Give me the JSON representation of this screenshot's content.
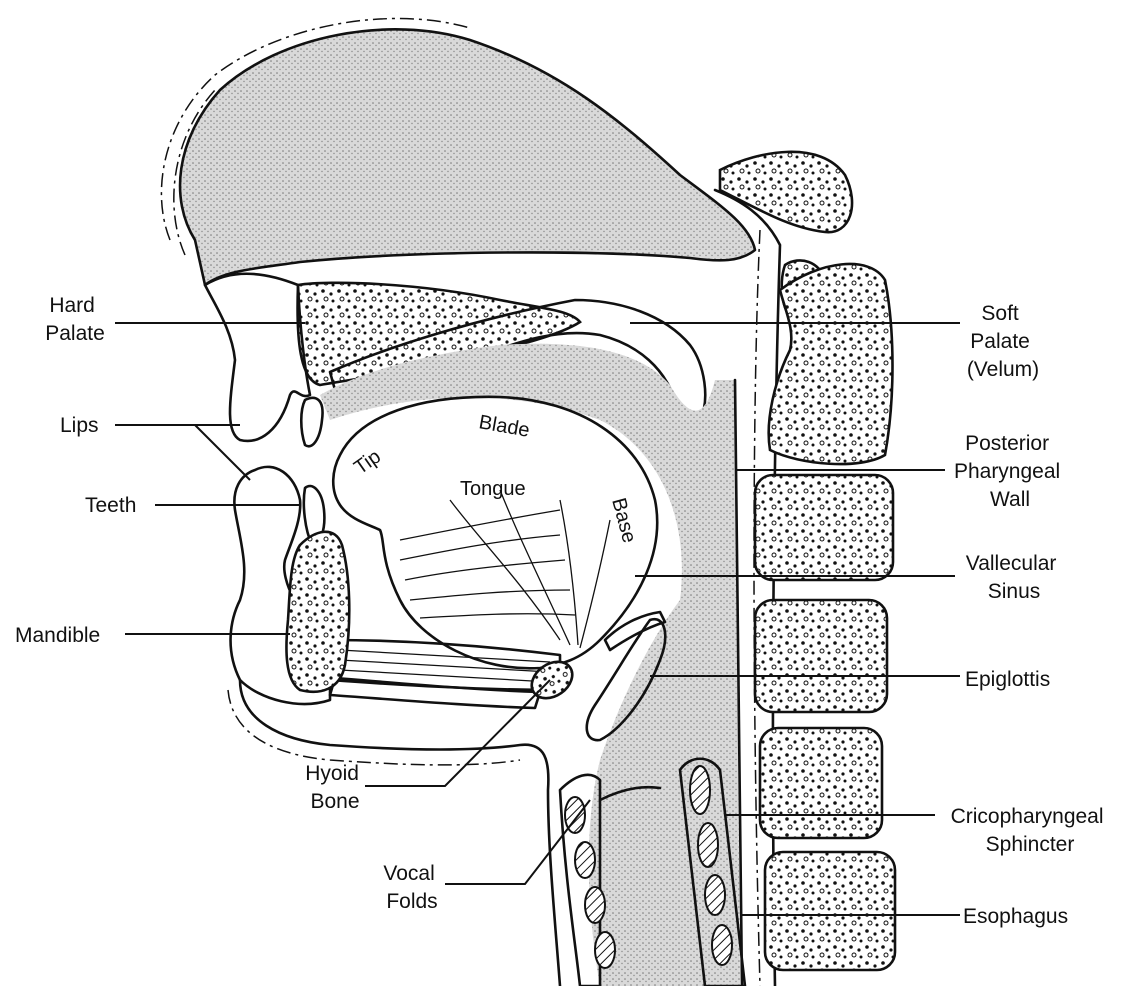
{
  "labels": {
    "hard_palate": [
      "Hard",
      "Palate"
    ],
    "lips": "Lips",
    "teeth": "Teeth",
    "mandible": "Mandible",
    "hyoid_bone": [
      "Hyoid",
      "Bone"
    ],
    "vocal_folds": [
      "Vocal",
      "Folds"
    ],
    "soft_palate": [
      "Soft",
      "Palate",
      "(Velum)"
    ],
    "posterior_pharyngeal_wall": [
      "Posterior",
      "Pharyngeal",
      "Wall"
    ],
    "vallecular_sinus": [
      "Vallecular",
      "Sinus"
    ],
    "epiglottis": "Epiglottis",
    "cricopharyngeal_sphincter": [
      "Cricopharyngeal",
      "Sphincter"
    ],
    "esophagus": "Esophagus"
  },
  "tongue_labels": {
    "tip": "Tip",
    "blade": "Blade",
    "tongue": "Tongue",
    "base": "Base"
  }
}
